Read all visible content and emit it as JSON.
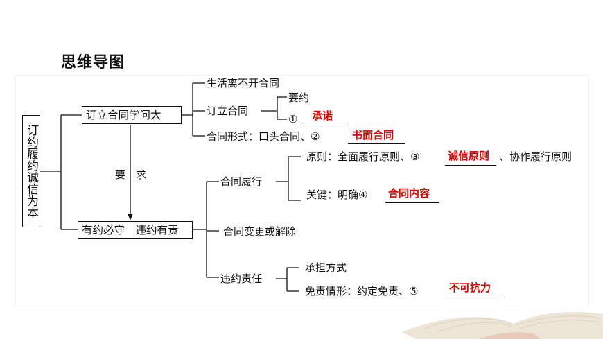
{
  "heading": "思维导图",
  "root": "订约履约诚信为本",
  "branch1": {
    "label": "订立合同学问大",
    "items": {
      "a": "生活离不开合同",
      "b": "订立合同",
      "b_sub1": "要约",
      "b_sub2_num": "①",
      "b_sub2_answer": "承诺",
      "c_prefix": "合同形式：口头合同、②",
      "c_answer": "书面合同"
    }
  },
  "link_label": "要　求",
  "branch2": {
    "label": "有约必守　违约有责",
    "perform": {
      "label": "合同履行",
      "principle_prefix": "原则：全面履行原则、③",
      "principle_answer": "诚信原则",
      "principle_suffix": "、协作履行原则",
      "key_prefix": "关键：明确④",
      "key_answer": "合同内容"
    },
    "change": "合同变更或解除",
    "liability": {
      "label": "违约责任",
      "sub1": "承担方式",
      "sub2_prefix": "免责情形：约定免责、⑤",
      "sub2_answer": "不可抗力"
    }
  },
  "colors": {
    "answer": "#d40000",
    "line": "#111111"
  }
}
